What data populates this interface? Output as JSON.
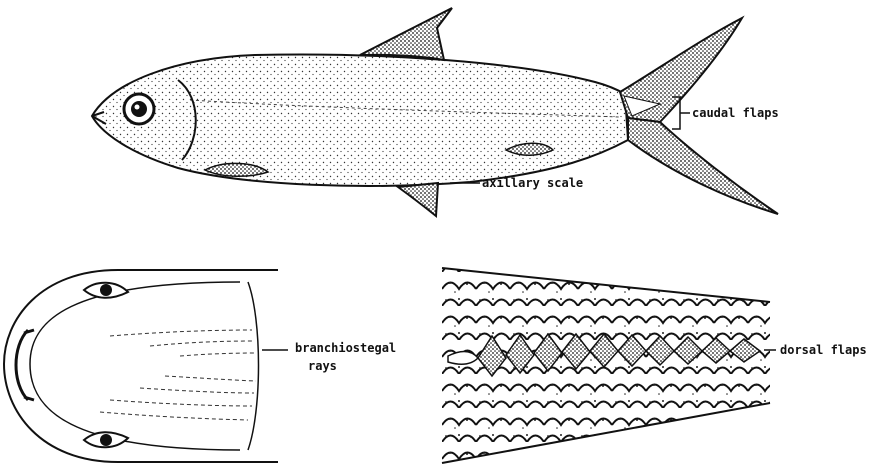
{
  "labels": {
    "caudal": "caudal flaps",
    "axillary": "axillary scale",
    "branchiostegal_line1": "branchiostegal",
    "branchiostegal_line2": "rays",
    "dorsal": "dorsal flaps"
  },
  "colors": {
    "ink": "#111111",
    "paper": "#ffffff",
    "stipple": "#333333"
  }
}
